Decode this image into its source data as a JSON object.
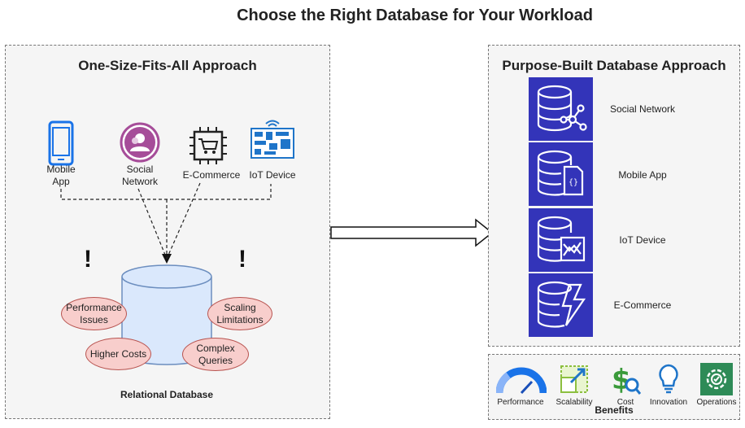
{
  "title": "Choose the Right Database for Your Workload",
  "left_panel": {
    "title": "One-Size-Fits-All Approach",
    "sources": [
      {
        "label_line1": "Mobile",
        "label_line2": "App",
        "icon": "mobile-app-icon"
      },
      {
        "label_line1": "Social",
        "label_line2": "Network",
        "icon": "social-network-icon"
      },
      {
        "label_line1": "E-Commerce",
        "label_line2": "",
        "icon": "e-commerce-icon"
      },
      {
        "label_line1": "IoT Device",
        "label_line2": "",
        "icon": "iot-device-icon"
      }
    ],
    "database_label": "Relational Database",
    "issues": [
      {
        "line1": "Performance",
        "line2": "Issues"
      },
      {
        "line1": "Scaling",
        "line2": "Limitations"
      },
      {
        "line1": "Higher Costs",
        "line2": ""
      },
      {
        "line1": "Complex",
        "line2": "Queries"
      }
    ],
    "warning_mark": "!"
  },
  "right_panel": {
    "title": "Purpose-Built Database Approach",
    "databases": [
      {
        "label": "Social Network",
        "icon": "graph-database-icon"
      },
      {
        "label": "Mobile App",
        "icon": "document-database-icon"
      },
      {
        "label": "IoT Device",
        "icon": "timeseries-database-icon"
      },
      {
        "label": "E-Commerce",
        "icon": "key-value-database-icon"
      }
    ]
  },
  "benefits": {
    "title": "Benefits",
    "items": [
      {
        "label": "Performance",
        "icon": "gauge-icon"
      },
      {
        "label": "Scalability",
        "icon": "scale-icon"
      },
      {
        "label": "Cost",
        "icon": "cost-icon"
      },
      {
        "label": "Innovation",
        "icon": "lightbulb-icon"
      },
      {
        "label": "Operations",
        "icon": "operations-icon"
      }
    ]
  },
  "colors": {
    "db_tile": "#3334b9",
    "issue_fill": "#f8cecc",
    "issue_border": "#b85450",
    "db_cylinder": "#dae8fc",
    "db_cylinder_border": "#6c8ebf",
    "mobile_blue": "#1a73e8",
    "social_purple": "#a64d99",
    "iot_blue": "#1f75c9",
    "ops_green": "#2e8b57"
  }
}
